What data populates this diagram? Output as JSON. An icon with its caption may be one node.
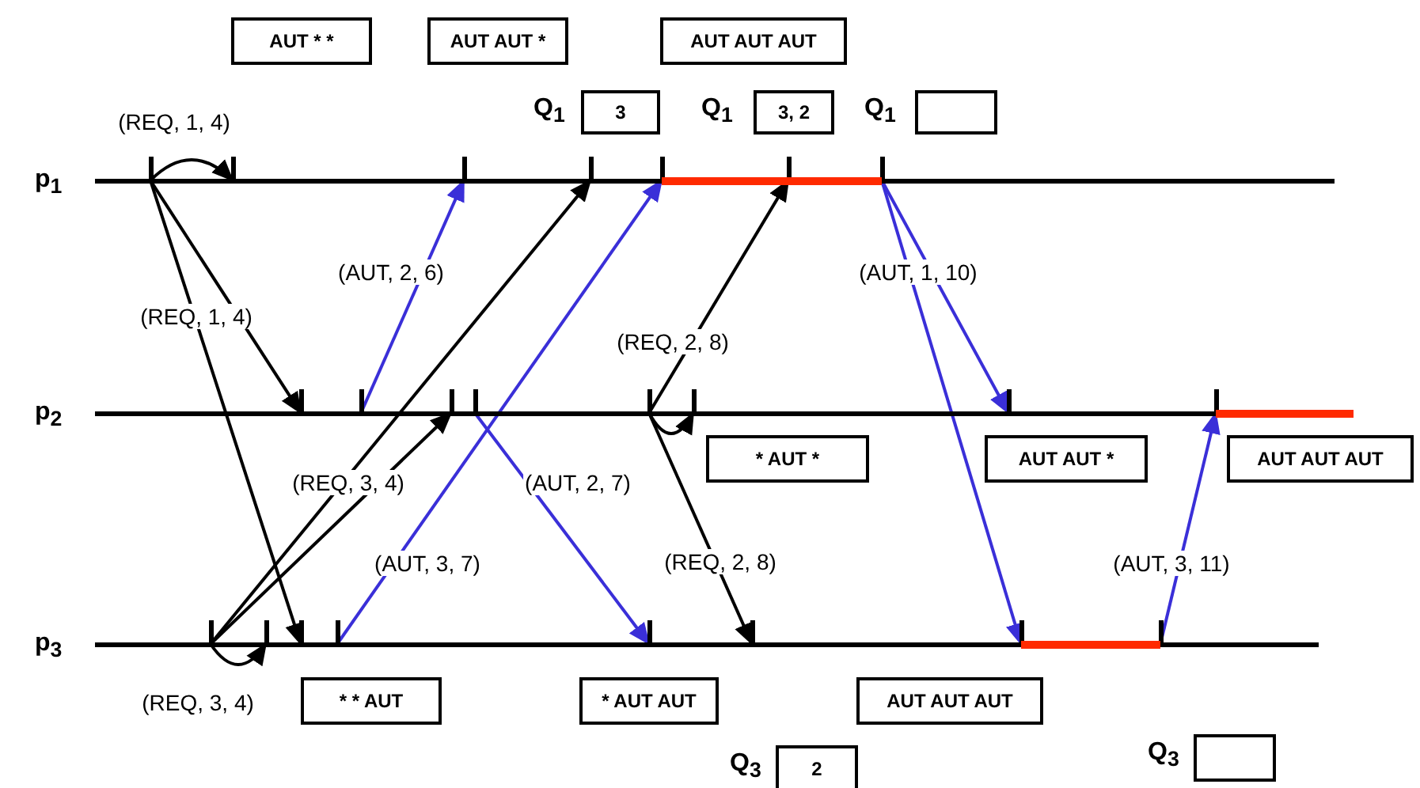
{
  "diagram": {
    "nodes": [
      {
        "text": [
          "p$_{1}$"
        ]
      },
      {
        "text": [
          "p$_{2}$"
        ]
      },
      {
        "text": [
          "p$_{3}$"
        ]
      },
      {
        "text": [],
        "shape": "bar"
      },
      {
        "text": [],
        "shape": "bar"
      },
      {
        "text": [],
        "shape": "bar"
      },
      {
        "text": [],
        "shape": "bar"
      },
      {
        "text": [],
        "shape": "bar"
      },
      {
        "text": [],
        "shape": "bar"
      },
      {
        "text": [],
        "shape": "bar"
      },
      {
        "text": [],
        "shape": "bar"
      },
      {
        "text": [],
        "shape": "bar"
      },
      {
        "text": [],
        "shape": "bar"
      },
      {
        "text": [],
        "shape": "bar"
      },
      {
        "text": [],
        "shape": "bar"
      },
      {
        "text": [],
        "shape": "bar"
      },
      {
        "text": [],
        "shape": "bar"
      },
      {
        "text": [],
        "shape": "bar"
      },
      {
        "text": [],
        "shape": "bar"
      },
      {
        "text": [],
        "shape": "bar"
      },
      {
        "text": [],
        "shape": "bar"
      },
      {
        "text": [],
        "shape": "bar"
      },
      {
        "text": [],
        "shape": "bar"
      },
      {
        "text": [],
        "shape": "bar"
      },
      {
        "text": [],
        "shape": "bar"
      },
      {
        "text": [],
        "shape": "bar"
      },
      {
        "text": [
          "AUT * *"
        ]
      },
      {
        "text": [
          "AUT AUT *"
        ]
      },
      {
        "text": [
          "AUT AUT AUT"
        ]
      },
      {
        "text": [
          "3"
        ],
        "beside": [
          "Q$_{1}$"
        ]
      },
      {
        "text": [
          "3, 2"
        ],
        "beside": [
          "Q$_{1}$"
        ]
      },
      {
        "text": [],
        "shape": "box",
        "beside": [
          "Q$_{1}$"
        ]
      },
      {
        "text": [
          "* AUT *"
        ]
      },
      {
        "text": [
          "AUT AUT *"
        ]
      },
      {
        "text": [
          "AUT AUT AUT"
        ]
      },
      {
        "text": [
          "* * AUT"
        ]
      },
      {
        "text": [
          "* AUT AUT"
        ]
      },
      {
        "text": [
          "AUT AUT AUT"
        ]
      },
      {
        "text": [
          "2"
        ],
        "beside": [
          "Q$_{3}$"
        ]
      },
      {
        "text": [],
        "shape": "box",
        "beside": [
          "Q$_{3}$"
        ]
      }
    ],
    "edges": [
      {
        "from": 3,
        "to": 4,
        "arrow": "to",
        "label": "(REQ, 1, 4)"
      },
      {
        "from": 3,
        "to": 10,
        "arrow": "to",
        "label": "(REQ, 1, 4)"
      },
      {
        "from": 3,
        "to": 20,
        "arrow": "to"
      },
      {
        "from": 11,
        "to": 5,
        "arrow": "to",
        "label": "(AUT, 2, 6)",
        "color": "#3a2fd8"
      },
      {
        "from": 18,
        "to": 19,
        "arrow": "to",
        "label": "(REQ, 3, 4)"
      },
      {
        "from": 18,
        "to": 6,
        "arrow": "to"
      },
      {
        "from": 18,
        "to": 12,
        "arrow": "to",
        "label": "(REQ, 3, 4)"
      },
      {
        "from": 13,
        "to": 22,
        "arrow": "to",
        "label": "(AUT, 2, 7)",
        "color": "#3a2fd8"
      },
      {
        "from": 21,
        "to": 7,
        "arrow": "to",
        "label": "(AUT, 3, 7)",
        "color": "#3a2fd8"
      },
      {
        "from": 14,
        "to": 15,
        "arrow": "to"
      },
      {
        "from": 14,
        "to": 8,
        "arrow": "to",
        "label": "(REQ, 2, 8)"
      },
      {
        "from": 14,
        "to": 23,
        "arrow": "to",
        "label": "(REQ, 2, 8)"
      },
      {
        "from": 9,
        "to": 16,
        "arrow": "to",
        "label": "(AUT, 1, 10)",
        "color": "#3a2fd8"
      },
      {
        "from": 9,
        "to": 24,
        "arrow": "to",
        "color": "#3a2fd8"
      },
      {
        "from": 25,
        "to": 17,
        "arrow": "to",
        "label": "(AUT, 3, 11)",
        "color": "#3a2fd8"
      }
    ]
  }
}
